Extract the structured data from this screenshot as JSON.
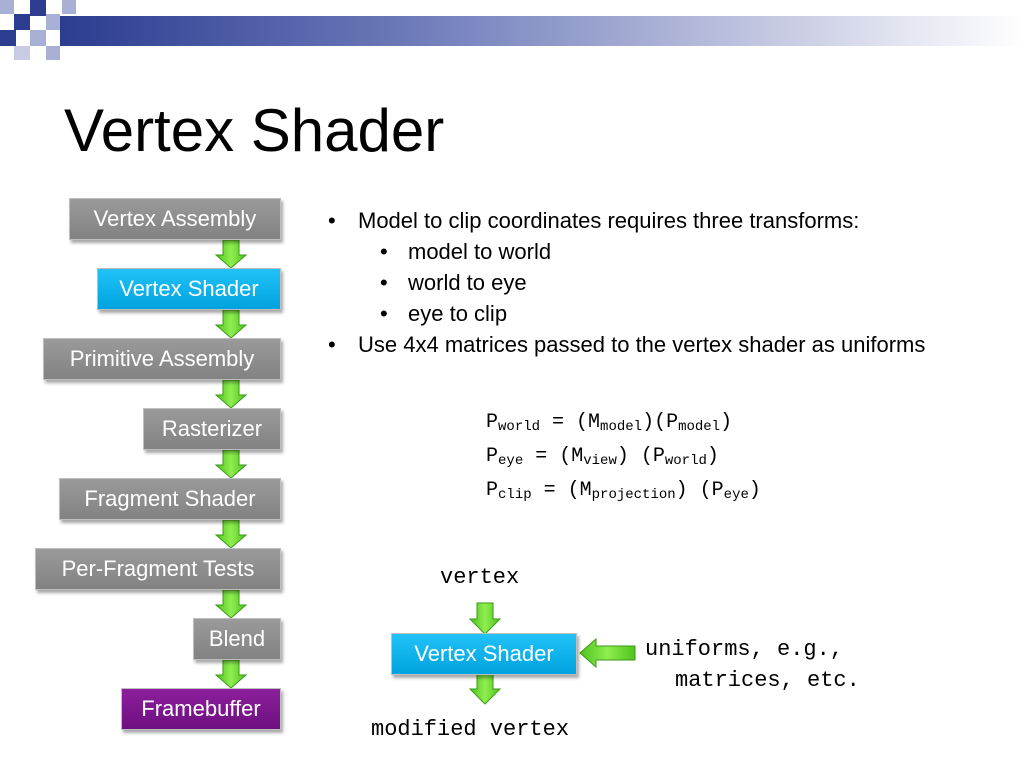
{
  "slide": {
    "title": "Vertex Shader",
    "bullets": [
      {
        "text": "Model to clip coordinates requires three transforms:",
        "level": 1
      },
      {
        "text": "model to world",
        "level": 2
      },
      {
        "text": "world to eye",
        "level": 2
      },
      {
        "text": "eye to clip",
        "level": 2
      },
      {
        "text": "Use 4x4 matrices passed to the vertex shader as uniforms",
        "level": 1
      }
    ],
    "equations": [
      {
        "lhs": "P",
        "lhs_sub": "world",
        "eq": " = (M",
        "m_sub": "model",
        "mid": ")(P",
        "p_sub": "model",
        "end": ")"
      },
      {
        "lhs": "P",
        "lhs_sub": "eye",
        "eq": " = (M",
        "m_sub": "view",
        "mid": ") (P",
        "p_sub": "world",
        "end": ")"
      },
      {
        "lhs": "P",
        "lhs_sub": "clip",
        "eq": " = (M",
        "m_sub": "projection",
        "mid": ") (P",
        "p_sub": "eye",
        "end": ")"
      }
    ],
    "mini_diagram": {
      "input_label": "vertex",
      "node_label": "Vertex Shader",
      "side_label_line1": "uniforms, e.g.,",
      "side_label_line2": "matrices, etc.",
      "output_label": "modified vertex"
    }
  },
  "pipeline": {
    "stages": [
      {
        "label": "Vertex Assembly",
        "style": "gray"
      },
      {
        "label": "Vertex Shader",
        "style": "blue"
      },
      {
        "label": "Primitive Assembly",
        "style": "gray"
      },
      {
        "label": "Rasterizer",
        "style": "gray"
      },
      {
        "label": "Fragment Shader",
        "style": "gray"
      },
      {
        "label": "Per-Fragment Tests",
        "style": "gray"
      },
      {
        "label": "Blend",
        "style": "gray"
      },
      {
        "label": "Framebuffer",
        "style": "purple"
      }
    ]
  },
  "colors": {
    "stage_gray": "#8c8c8c",
    "stage_blue": "#00a9e6",
    "stage_purple": "#7a1489",
    "arrow_green": "#5fd42a",
    "deco_navy": "#2c3c8f",
    "deco_lavender": "#a9b0d6"
  }
}
